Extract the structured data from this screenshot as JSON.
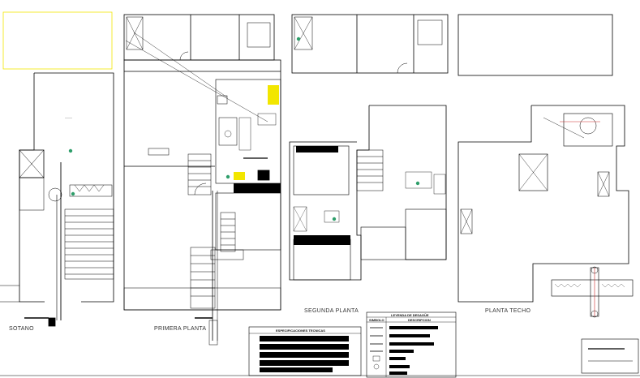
{
  "drawing": {
    "plans": [
      {
        "id": "sotano",
        "label": "SOTANO"
      },
      {
        "id": "primera",
        "label": "PRIMERA PLANTA"
      },
      {
        "id": "segunda",
        "label": "SEGUNDA PLANTA"
      },
      {
        "id": "techo",
        "label": "PLANTA TECHO"
      }
    ],
    "specs_title": "ESPECIFICACIONES TECNICAS",
    "legend_title": "LEYENDA DE DESAGÜE",
    "legend_headers": [
      "SIMBOLO",
      "DESCRIPCION"
    ],
    "accent": "#f2e600",
    "line": "#000000",
    "marker": "#2e9e6a",
    "pipe": "#cc2a2a"
  }
}
